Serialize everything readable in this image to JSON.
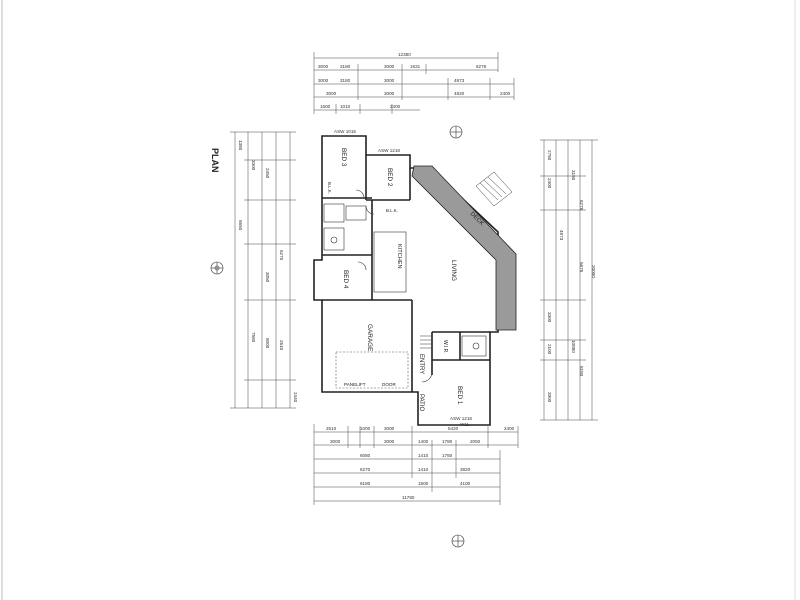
{
  "title": "PLAN",
  "rooms": {
    "bed1": "BED 1",
    "bed2": "BED 2",
    "bed3": "BED 3",
    "bed4": "BED 4",
    "garage": "GARAGE",
    "living": "LIVING",
    "kitchen": "KITCHEN",
    "deck": "DECK",
    "entry": "ENTRY",
    "patio": "PATIO",
    "wir": "W.I.R.",
    "blk1": "B.L.K.",
    "blk2": "B.L.K.",
    "panelift": "PANELIFT",
    "door": "DOOR"
  },
  "window_tags": {
    "bed3_top": "ASW 1015",
    "bed2_top": "ASW 1218",
    "bed1_bottom": "ASW 1218",
    "bed1_w": "W11"
  },
  "dims_top": {
    "total": "12380",
    "r1": [
      "3000",
      "3180",
      "3000",
      "1631",
      "6278"
    ],
    "r2": [
      "3000",
      "3180",
      "3000",
      "4873"
    ],
    "r3": [
      "3000",
      "3000",
      "4820",
      "2400"
    ],
    "r4": [
      "1500",
      "1010",
      "2400"
    ]
  },
  "dims_bottom": {
    "r1": [
      "2510",
      "1000",
      "3000",
      "5420",
      "2400"
    ],
    "r2": [
      "3000",
      "3000",
      "1400",
      "1780",
      "2050"
    ],
    "r3": [
      "6080",
      "1410",
      "1760"
    ],
    "r4": [
      "6270",
      "1410",
      "3820"
    ],
    "r5": [
      "6180",
      "1500",
      "4100"
    ],
    "total": "11780"
  },
  "dims_left": [
    "1380",
    "3300",
    "2450",
    "5650",
    "6270",
    "7580",
    "2440",
    "3050",
    "8000",
    "2610"
  ],
  "dims_right": [
    "2780",
    "3150",
    "2400",
    "6278",
    "4873",
    "5675",
    "10880",
    "3300",
    "2100",
    "8180",
    "3900",
    "20000"
  ]
}
